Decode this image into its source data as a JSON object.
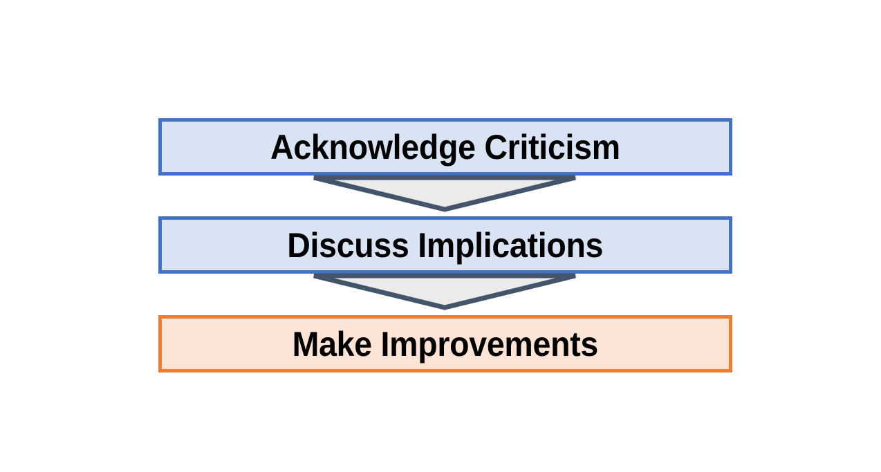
{
  "diagram": {
    "type": "vertical-flowchart",
    "background_color": "#FFFFFF",
    "title": "",
    "nodes": [
      {
        "id": "acknowledge-criticism",
        "label": "Acknowledge Criticism",
        "order": 1,
        "fill_color": "#DAE3F3",
        "border_color": "#4472C4",
        "text_color": "#000000"
      },
      {
        "id": "discuss-implications",
        "label": "Discuss Implications",
        "order": 2,
        "fill_color": "#DAE3F3",
        "border_color": "#4472C4",
        "text_color": "#000000"
      },
      {
        "id": "make-improvements",
        "label": "Make Improvements",
        "order": 3,
        "fill_color": "#FBE4D5",
        "border_color": "#ED7D31",
        "text_color": "#000000"
      }
    ],
    "connectors": [
      {
        "id": "arrow-1",
        "from": "acknowledge-criticism",
        "to": "discuss-implications",
        "direction": "down",
        "shape": "down-arrow",
        "fill_color": "#EBEBEB",
        "border_color": "#44546A"
      },
      {
        "id": "arrow-2",
        "from": "discuss-implications",
        "to": "make-improvements",
        "direction": "down",
        "shape": "down-arrow",
        "fill_color": "#EBEBEB",
        "border_color": "#44546A"
      }
    ]
  }
}
